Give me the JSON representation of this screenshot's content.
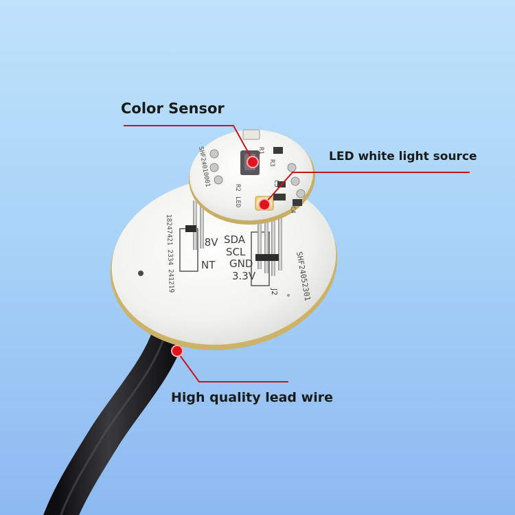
{
  "callouts": {
    "color_sensor": "Color Sensor",
    "led_light": "LED white light source",
    "lead_wire": "High quality lead wire"
  },
  "pcb_large": {
    "pins_left": [
      ".8V",
      "NT"
    ],
    "pins_right": [
      "SDA",
      "SCL",
      "GND",
      "3.3V"
    ],
    "part_code": "SHF24052301",
    "side_code": "18247421 2334 241219",
    "connector_label": "J2"
  },
  "pcb_small": {
    "part_code": "SHF24010001",
    "component_labels": [
      "R1",
      "R2",
      "R3",
      "C4",
      "C5",
      "LED"
    ]
  },
  "colors": {
    "background_top": "#bfe3fb",
    "background_bottom": "#8db9f2",
    "pcb": "#f4f4f1",
    "pcb_edge": "#d4c07a",
    "marker": "#e0141c",
    "leader_line": "#c8141a",
    "cable": "#1d1d1f"
  }
}
